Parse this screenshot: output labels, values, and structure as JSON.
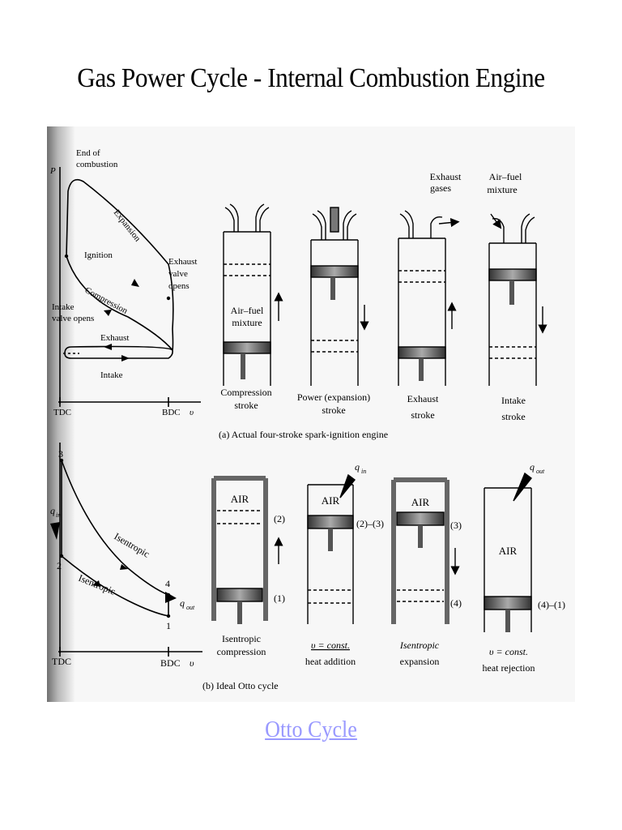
{
  "slide": {
    "title": "Gas Power Cycle - Internal Combustion Engine",
    "link_text": "Otto Cycle"
  },
  "figure_a": {
    "pv_labels": {
      "p_axis": "P",
      "end_of_combustion_1": "End of",
      "end_of_combustion_2": "combustion",
      "expansion": "Expansion",
      "ignition": "Ignition",
      "exhaust_valve_1": "Exhaust",
      "exhaust_valve_2": "valve",
      "exhaust_valve_3": "opens",
      "intake_valve_1": "Intake",
      "intake_valve_2": "valve opens",
      "compression": "Compression",
      "exhaust": "Exhaust",
      "intake": "Intake",
      "tdc": "TDC",
      "bdc": "BDC",
      "v_axis": "υ"
    },
    "top_labels": {
      "exhaust_gases_1": "Exhaust",
      "exhaust_gases_2": "gases",
      "air_fuel_top_1": "Air–fuel",
      "air_fuel_top_2": "mixture"
    },
    "cylinder_text": {
      "air_fuel_1": "Air–fuel",
      "air_fuel_2": "mixture"
    },
    "strokes": [
      {
        "line1": "Compression",
        "line2": "stroke"
      },
      {
        "line1": "Power (expansion)",
        "line2": "stroke"
      },
      {
        "line1": "Exhaust",
        "line2": "stroke"
      },
      {
        "line1": "Intake",
        "line2": "stroke"
      }
    ],
    "caption": "(a) Actual four-stroke spark-ignition engine"
  },
  "figure_b": {
    "pv_labels": {
      "p3": "3",
      "q_in": "q",
      "q_in_sub": "in",
      "isentropic_upper": "Isentropic",
      "p2": "2",
      "isentropic_lower": "Isentropic",
      "p4": "4",
      "q_out": "q",
      "q_out_sub": "out",
      "p1": "1",
      "tdc": "TDC",
      "bdc": "BDC",
      "v_axis": "υ"
    },
    "air": "AIR",
    "states": {
      "s2": "(2)",
      "s1": "(1)",
      "s23": "(2)–(3)",
      "s3": "(3)",
      "s4": "(4)",
      "s41": "(4)–(1)"
    },
    "heat": {
      "q_in": "q",
      "q_in_sub": "in",
      "q_out": "q",
      "q_out_sub": "out"
    },
    "processes": [
      {
        "line1": "Isentropic",
        "line2": "compression"
      },
      {
        "line1": "υ = const.",
        "line2": "heat addition"
      },
      {
        "line1": "Isentropic",
        "line2": "expansion"
      },
      {
        "line1": "υ = const.",
        "line2": "heat rejection"
      }
    ],
    "caption": "(b) Ideal Otto cycle"
  }
}
